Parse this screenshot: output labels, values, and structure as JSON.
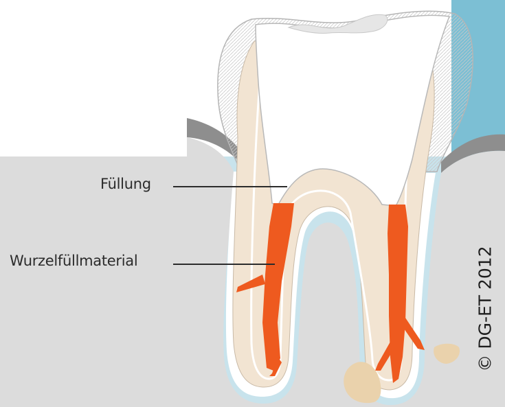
{
  "labels": {
    "filling": "Füllung",
    "root_filling": "Wurzelfüllmaterial"
  },
  "copyright": "© DG-ET 2012",
  "colors": {
    "tissue": "#c8e3ec",
    "teal": "#7cbfd4",
    "bone": "#dedede",
    "dentin": "#f2e4d2",
    "root_filling": "#ee5a1f",
    "lesion": "#ead2ac"
  }
}
